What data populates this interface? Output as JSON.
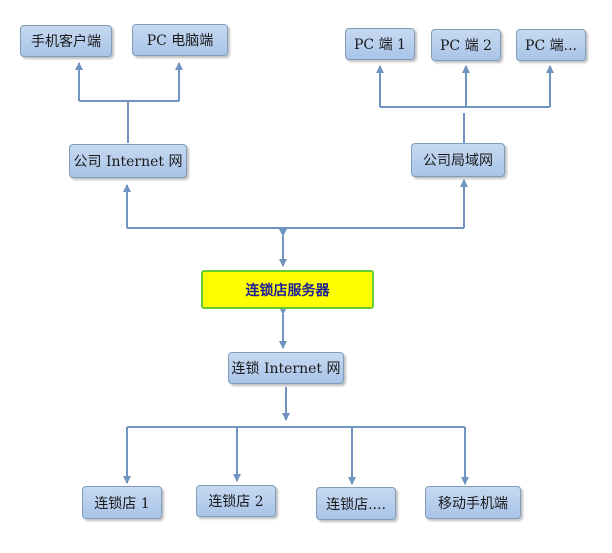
{
  "nodes": {
    "mobile_client": "手机客户端",
    "pc_pc": "PC 电脑端",
    "pc1": "PC 端 1",
    "pc2": "PC 端 2",
    "pc_more": "PC 端...",
    "company_internet": "公司 Internet 网",
    "company_lan": "公司局域网",
    "server": "连锁店服务器",
    "chain_internet": "连锁 Internet 网",
    "store1": "连锁店 1",
    "store2": "连锁店 2",
    "store_more": "连锁店....",
    "mobile_end": "移动手机端"
  },
  "colors": {
    "connector": "#6f94bf",
    "server_fill": "#ffff00",
    "server_border": "#66cc33",
    "server_text": "#1f1f99",
    "node_fill": "#b8cfee",
    "node_border": "#7f9db9"
  }
}
